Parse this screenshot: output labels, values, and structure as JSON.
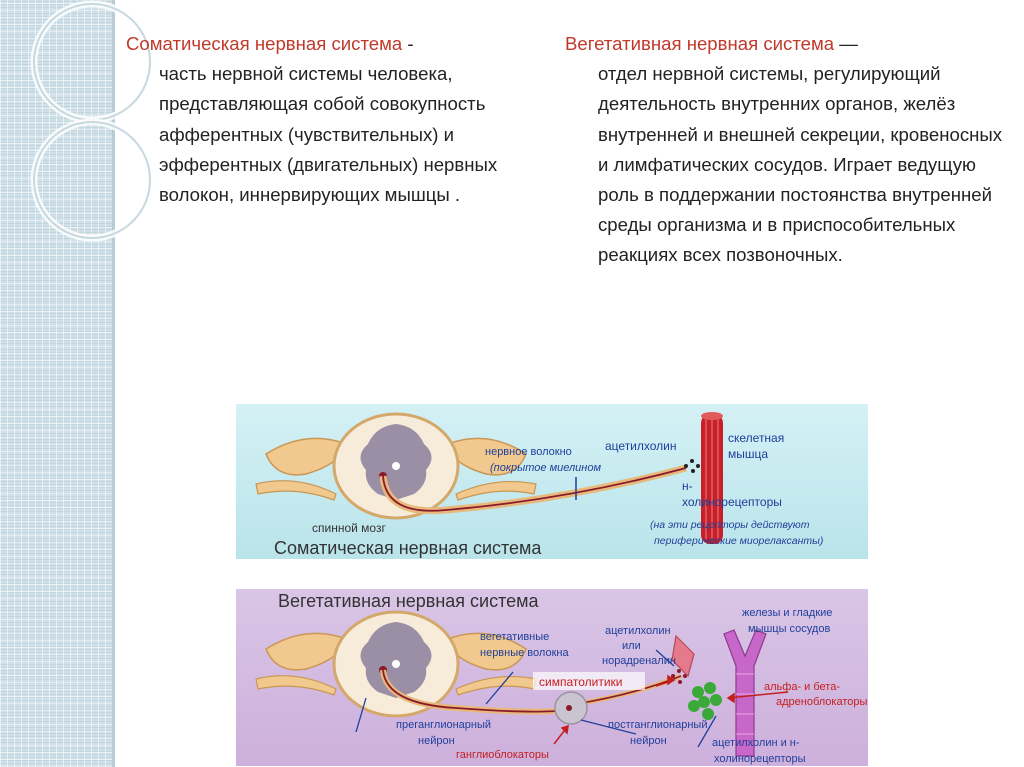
{
  "somatic": {
    "term": "Соматическая нервная система",
    "sep": " -",
    "definition": "часть нервной системы человека, представляющая собой совокупность афферентных (чувствительных) и эфферентных (двигательных) нервных волокон, иннервирующих мышцы ."
  },
  "autonomic": {
    "term": "Вегетативная нервная система",
    "sep": " —",
    "definition": "отдел нервной системы, регулирующий деятельность внутренних органов, желёз внутренней и внешней секреции, кровеносных и лимфатических сосудов. Играет ведущую роль в поддержании постоянства внутренней среды организма и в приспособительных реакциях всех позвоночных."
  },
  "figure": {
    "top": {
      "title": "Соматическая нервная система",
      "spinal_cord": "спинной мозг",
      "nerve_fiber": "нервное волокно",
      "nerve_fiber_note": "(покрытое миелином",
      "acetylcholine": "ацетилхолин",
      "skeletal": "скелетная",
      "muscle": "мышца",
      "n_line": "н-",
      "cholinoreceptors": "холинорецепторы",
      "note1": "(на эти рецепторы действуют",
      "note2": "периферические миорелаксанты)"
    },
    "bottom": {
      "title": "Вегетативная нервная система",
      "veg1": "вегетативные",
      "veg2": "нервные волокна",
      "ach": "ацетилхолин",
      "or": "или",
      "noradrenaline": "норадреналин",
      "glands1": "железы и гладкие",
      "glands2": "мышцы сосудов",
      "sympatholytics": "симпатолитики",
      "alpha1": "альфа- и бета-",
      "alpha2": "адреноблокаторы",
      "pregang1": "преганглионарный",
      "pregang2": "нейрон",
      "postgang1": "постганглионарный",
      "postgang2": "нейрон",
      "ganglioblockers": "ганглиоблокаторы",
      "achn1": "ацетилхолин и н-",
      "achn2": "холинорецепторы"
    },
    "colors": {
      "top_bg": "#cdeef2",
      "bottom_bg": "#d9bfe3",
      "label_blue": "#1f3f9a",
      "label_red": "#c41f1f",
      "muscle_red": "#c8202a"
    }
  }
}
